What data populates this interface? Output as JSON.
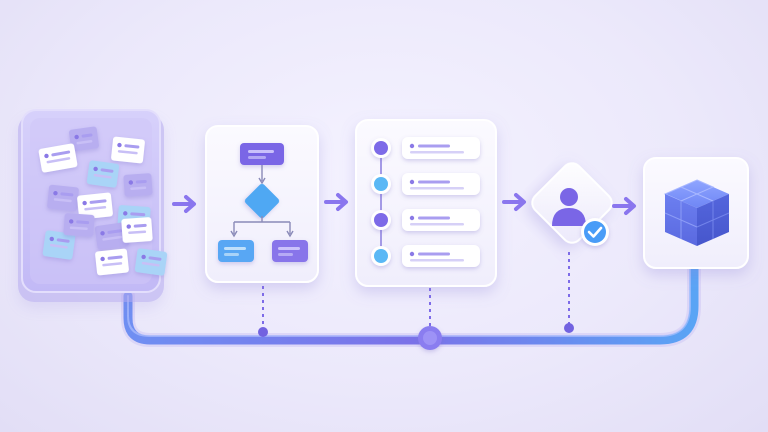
{
  "diagram": {
    "type": "workflow-pipeline",
    "text_labels": [],
    "stages": [
      {
        "id": "scattered-notes",
        "icon": "sticky-notes-board"
      },
      {
        "id": "flowchart",
        "icon": "flowchart-diagram"
      },
      {
        "id": "structured-list",
        "icon": "timeline-list"
      },
      {
        "id": "user-approval",
        "icon": "user-check-icon"
      },
      {
        "id": "modular-output",
        "icon": "cube-blocks-icon"
      }
    ],
    "connectors": [
      "arrow-right",
      "arrow-right",
      "arrow-right",
      "arrow-right"
    ],
    "timeline_nodes": 3
  },
  "colors": {
    "background": "#eceafa",
    "card_surface": "#f7f6fe",
    "accent_purple": "#7d6be8",
    "accent_blue": "#5b9cf6",
    "accent_cyan": "#5ab8f5",
    "check_badge": "#4a9cf7",
    "note_white": "#ffffff",
    "note_lilac": "#b8aef0",
    "note_blue": "#a9d4f7"
  }
}
